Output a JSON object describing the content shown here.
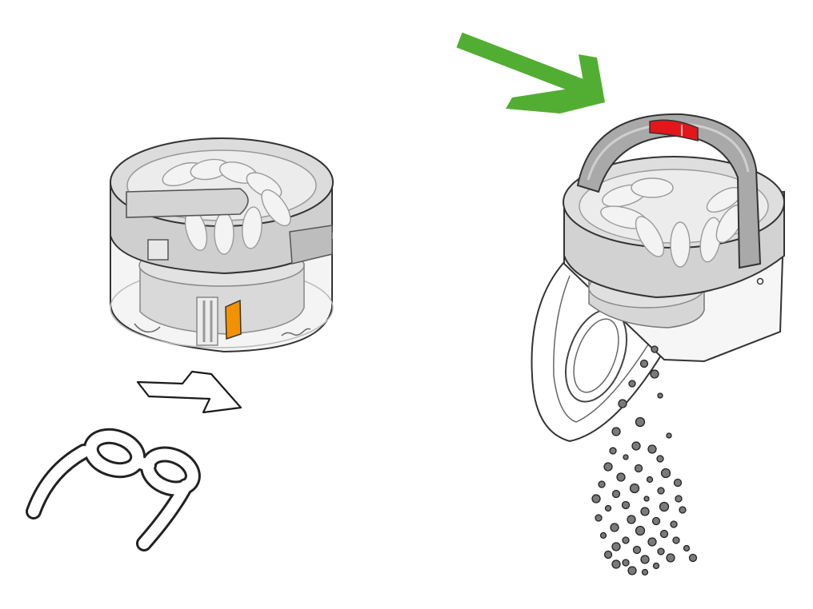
{
  "illustration": {
    "panels": [
      {
        "name": "bin-closed",
        "indicator_color": "#f39200"
      },
      {
        "name": "bin-emptying",
        "indicator_color": "#e3161b"
      }
    ],
    "colors": {
      "body_light": "#e6e6e6",
      "body_mid": "#c9c9c9",
      "body_dark": "#9a9a9a",
      "outline": "#333333",
      "accent_green": "#52ae32",
      "debris": "#7a7a7a"
    },
    "icons": [
      "push-arrow-icon",
      "press-arrow-icon",
      "glasses-icon",
      "debris-particles"
    ]
  }
}
